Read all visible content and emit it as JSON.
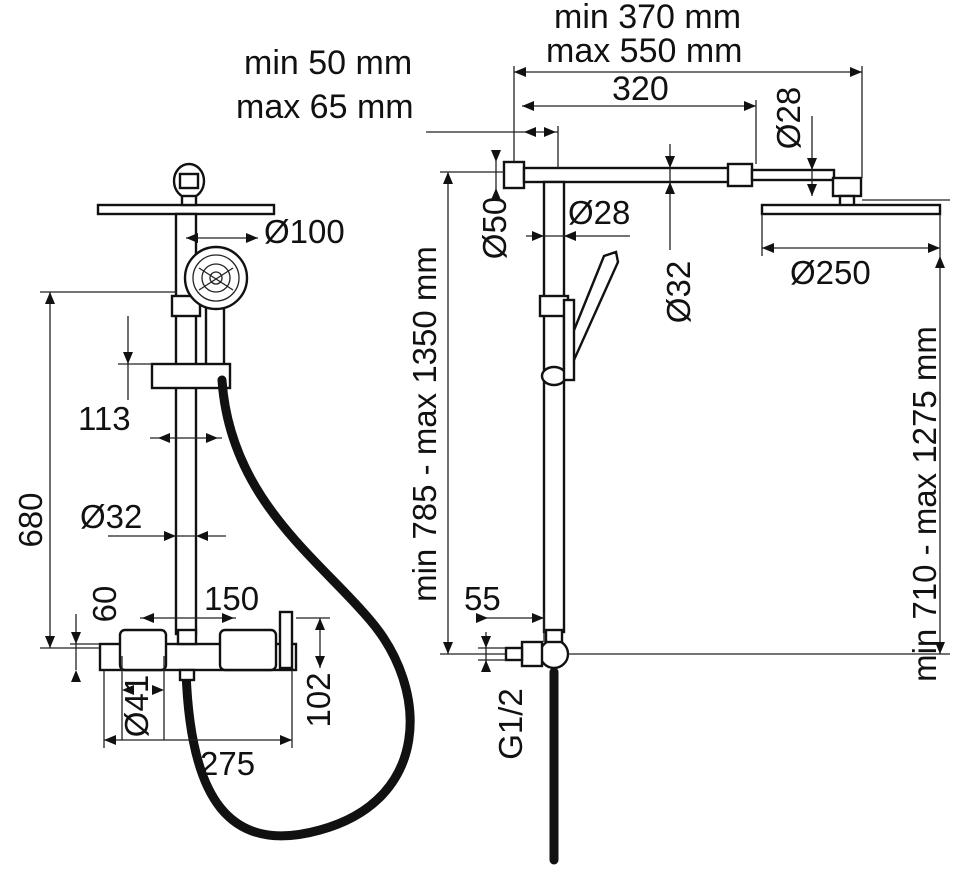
{
  "dimensions": {
    "min_370": "min 370 mm",
    "max_550": "max 550 mm",
    "min_50": "min 50 mm",
    "max_65": "max 65 mm",
    "d320": "320",
    "d28_top": "Ø28",
    "d100": "Ø100",
    "d50": "Ø50",
    "d28_mid": "Ø28",
    "d32_right": "Ø32",
    "d250": "Ø250",
    "h680": "680",
    "d113": "113",
    "d32_left": "Ø32",
    "d150": "150",
    "d60": "60",
    "d41": "Ø41",
    "d102": "102",
    "d275": "275",
    "range_785_1350": "min 785 - max 1350 mm",
    "d55": "55",
    "g12": "G1/2",
    "range_710_1275": "min 710 - max 1275 mm"
  }
}
